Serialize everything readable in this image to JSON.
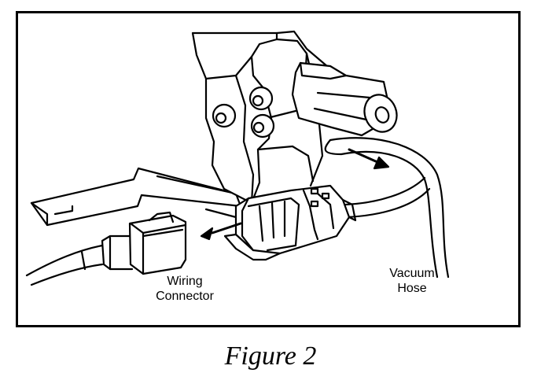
{
  "labels": {
    "wiring_connector": {
      "line1": "Wiring",
      "line2": "Connector"
    },
    "vacuum_hose": {
      "line1": "Vacuum",
      "line2": "Hose"
    }
  },
  "caption": "Figure 2",
  "colors": {
    "ink": "#000000",
    "paper": "#ffffff"
  }
}
